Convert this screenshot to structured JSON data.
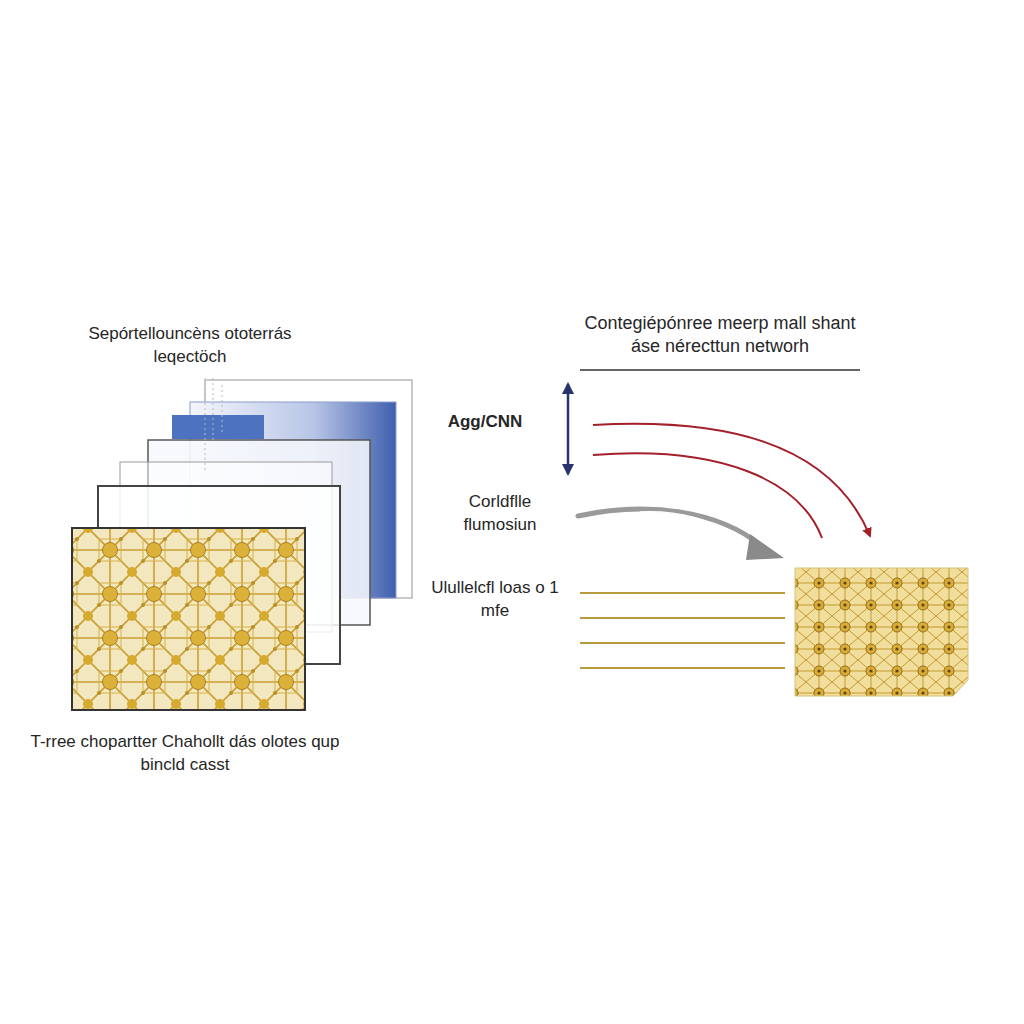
{
  "diagram": {
    "labels": [
      "Sepórtellouncèns ototerrás leqectöch",
      "T-rree chopartter Chahollt dás olotes qup bincld casst",
      "Agg/CNN",
      "Corldflle flumosiun",
      "Ulullelcfl loas o 1 mfe",
      "Contegiépónree meerp mall shant áse nérecttun networh"
    ]
  }
}
